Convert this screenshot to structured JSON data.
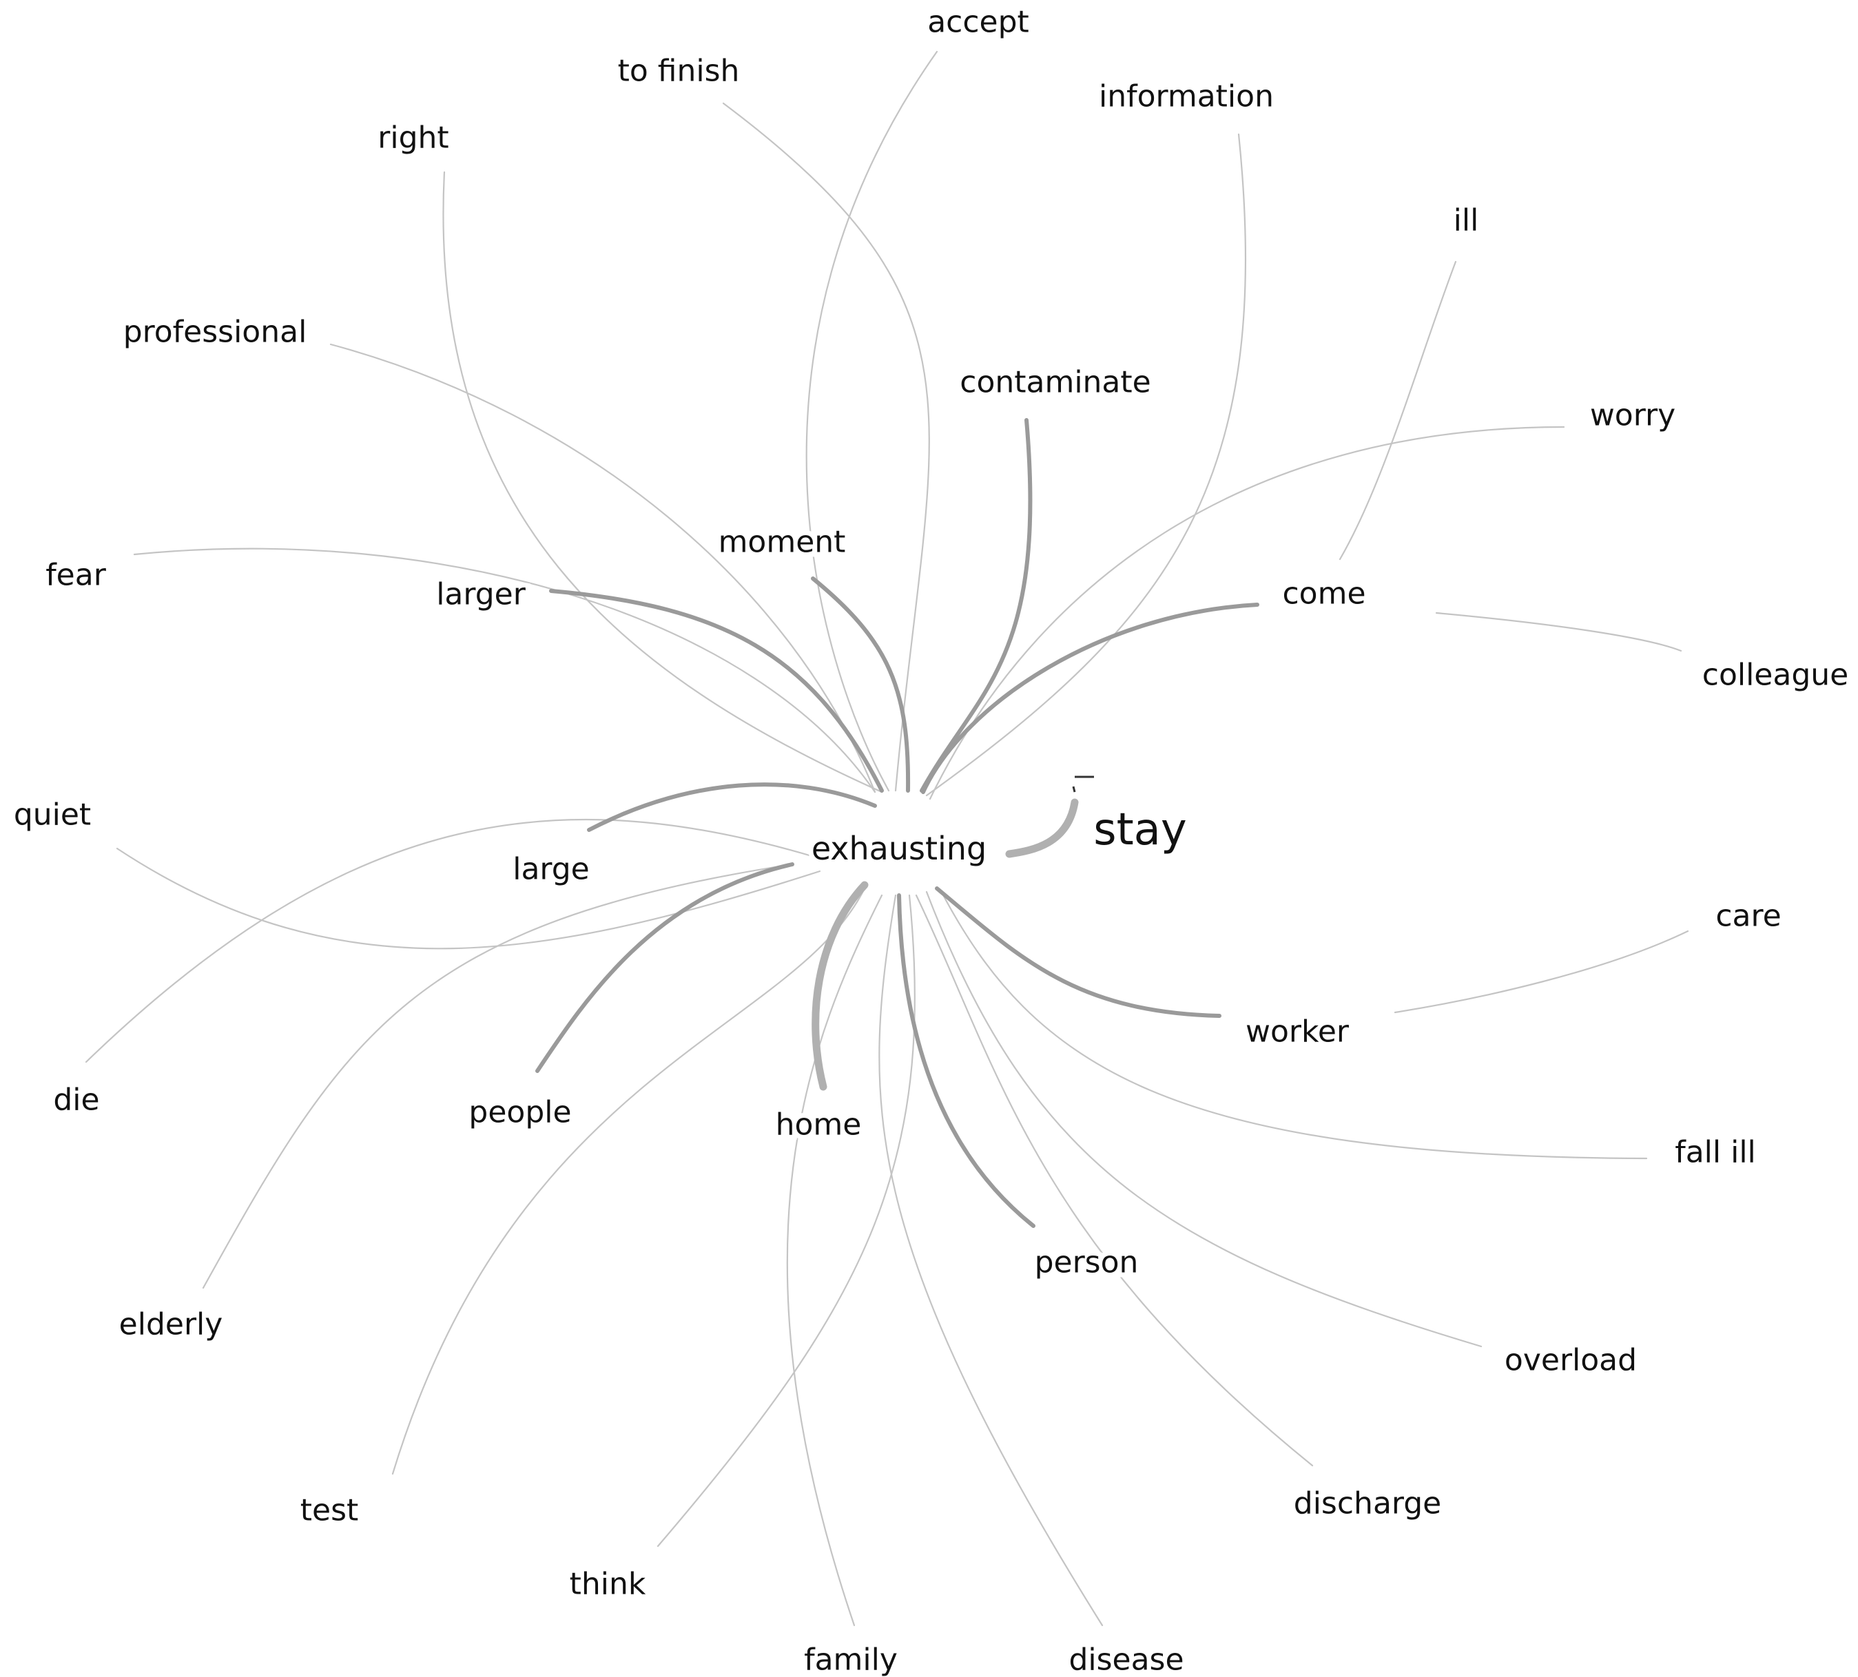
{
  "center": {
    "id": "exhausting",
    "label": "exhausting"
  },
  "highlight": {
    "id": "stay",
    "label": "stay"
  },
  "words": [
    {
      "id": "accept",
      "label": "accept"
    },
    {
      "id": "to_finish",
      "label": "to finish"
    },
    {
      "id": "information",
      "label": "information"
    },
    {
      "id": "right",
      "label": "right"
    },
    {
      "id": "ill",
      "label": "ill"
    },
    {
      "id": "professional",
      "label": "professional"
    },
    {
      "id": "contaminate",
      "label": "contaminate"
    },
    {
      "id": "worry",
      "label": "worry"
    },
    {
      "id": "moment",
      "label": "moment"
    },
    {
      "id": "fear",
      "label": "fear"
    },
    {
      "id": "larger",
      "label": "larger"
    },
    {
      "id": "come",
      "label": "come"
    },
    {
      "id": "colleague",
      "label": "colleague"
    },
    {
      "id": "quiet",
      "label": "quiet"
    },
    {
      "id": "large",
      "label": "large"
    },
    {
      "id": "care",
      "label": "care"
    },
    {
      "id": "worker",
      "label": "worker"
    },
    {
      "id": "die",
      "label": "die"
    },
    {
      "id": "people",
      "label": "people"
    },
    {
      "id": "home",
      "label": "home"
    },
    {
      "id": "fall_ill",
      "label": "fall ill"
    },
    {
      "id": "person",
      "label": "person"
    },
    {
      "id": "elderly",
      "label": "elderly"
    },
    {
      "id": "overload",
      "label": "overload"
    },
    {
      "id": "test",
      "label": "test"
    },
    {
      "id": "discharge",
      "label": "discharge"
    },
    {
      "id": "think",
      "label": "think"
    },
    {
      "id": "family",
      "label": "family"
    },
    {
      "id": "disease",
      "label": "disease"
    }
  ],
  "edges": [
    {
      "from": "exhausting",
      "to": "stay",
      "weight": 3
    },
    {
      "from": "exhausting",
      "to": "home",
      "weight": 3
    },
    {
      "from": "exhausting",
      "to": "moment",
      "weight": 2
    },
    {
      "from": "exhausting",
      "to": "large",
      "weight": 2
    },
    {
      "from": "exhausting",
      "to": "contaminate",
      "weight": 2
    },
    {
      "from": "exhausting",
      "to": "larger",
      "weight": 2
    },
    {
      "from": "exhausting",
      "to": "come",
      "weight": 2
    },
    {
      "from": "exhausting",
      "to": "worker",
      "weight": 2
    },
    {
      "from": "exhausting",
      "to": "people",
      "weight": 2
    },
    {
      "from": "exhausting",
      "to": "person",
      "weight": 2
    },
    {
      "from": "exhausting",
      "to": "to_finish",
      "weight": 1
    },
    {
      "from": "exhausting",
      "to": "accept",
      "weight": 1
    },
    {
      "from": "exhausting",
      "to": "information",
      "weight": 1
    },
    {
      "from": "exhausting",
      "to": "right",
      "weight": 1
    },
    {
      "from": "exhausting",
      "to": "professional",
      "weight": 1
    },
    {
      "from": "exhausting",
      "to": "worry",
      "weight": 1
    },
    {
      "from": "exhausting",
      "to": "fear",
      "weight": 1
    },
    {
      "from": "exhausting",
      "to": "quiet",
      "weight": 1
    },
    {
      "from": "exhausting",
      "to": "die",
      "weight": 1
    },
    {
      "from": "exhausting",
      "to": "elderly",
      "weight": 1
    },
    {
      "from": "exhausting",
      "to": "fall_ill",
      "weight": 1
    },
    {
      "from": "exhausting",
      "to": "overload",
      "weight": 1
    },
    {
      "from": "exhausting",
      "to": "think",
      "weight": 1
    },
    {
      "from": "exhausting",
      "to": "test",
      "weight": 1
    },
    {
      "from": "exhausting",
      "to": "family",
      "weight": 1
    },
    {
      "from": "exhausting",
      "to": "disease",
      "weight": 1
    },
    {
      "from": "exhausting",
      "to": "discharge",
      "weight": 1
    },
    {
      "from": "come",
      "to": "ill",
      "weight": 1
    },
    {
      "from": "come",
      "to": "colleague",
      "weight": 1
    },
    {
      "from": "worker",
      "to": "care",
      "weight": 1
    }
  ],
  "colors": {
    "strong_edge": "#b0b0b0",
    "medium_edge": "#9a9a9a",
    "light_edge": "#c4c4c4",
    "text": "#111111"
  }
}
